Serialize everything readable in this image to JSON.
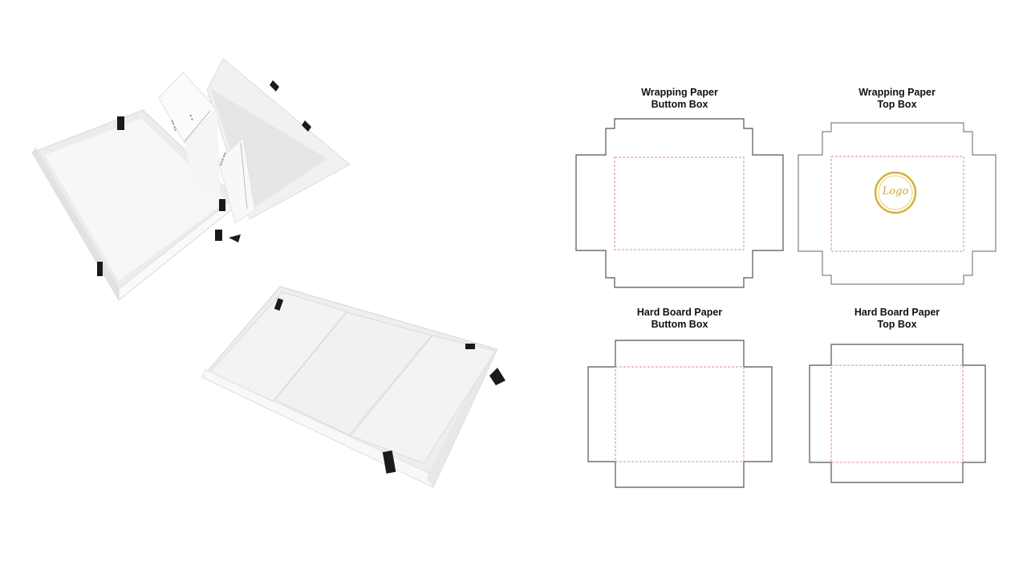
{
  "dielines": [
    {
      "id": "wrap-bottom",
      "title_line1": "Wrapping Paper",
      "title_line2": "Buttom Box",
      "stroke": "#555555"
    },
    {
      "id": "wrap-top",
      "title_line1": "Wrapping Paper",
      "title_line2": "Top Box",
      "stroke": "#8a8070",
      "logo_text": "Logo"
    },
    {
      "id": "hard-bottom",
      "title_line1": "Hard Board Paper",
      "title_line2": "Buttom Box",
      "stroke": "#555555"
    },
    {
      "id": "hard-top",
      "title_line1": "Hard Board Paper",
      "title_line2": "Top Box",
      "stroke": "#555555"
    }
  ],
  "colors": {
    "cut_line": "#555555",
    "fold_line": "#e0888a",
    "logo_gold": "#d4b13a",
    "ribbon": "#1a1a1a",
    "box_white": "#f2f2f2",
    "box_shade": "#dcdcdc"
  },
  "photos": {
    "open_box": "open-gift-box-photo",
    "closed_box": "closed-gift-box-photo"
  }
}
